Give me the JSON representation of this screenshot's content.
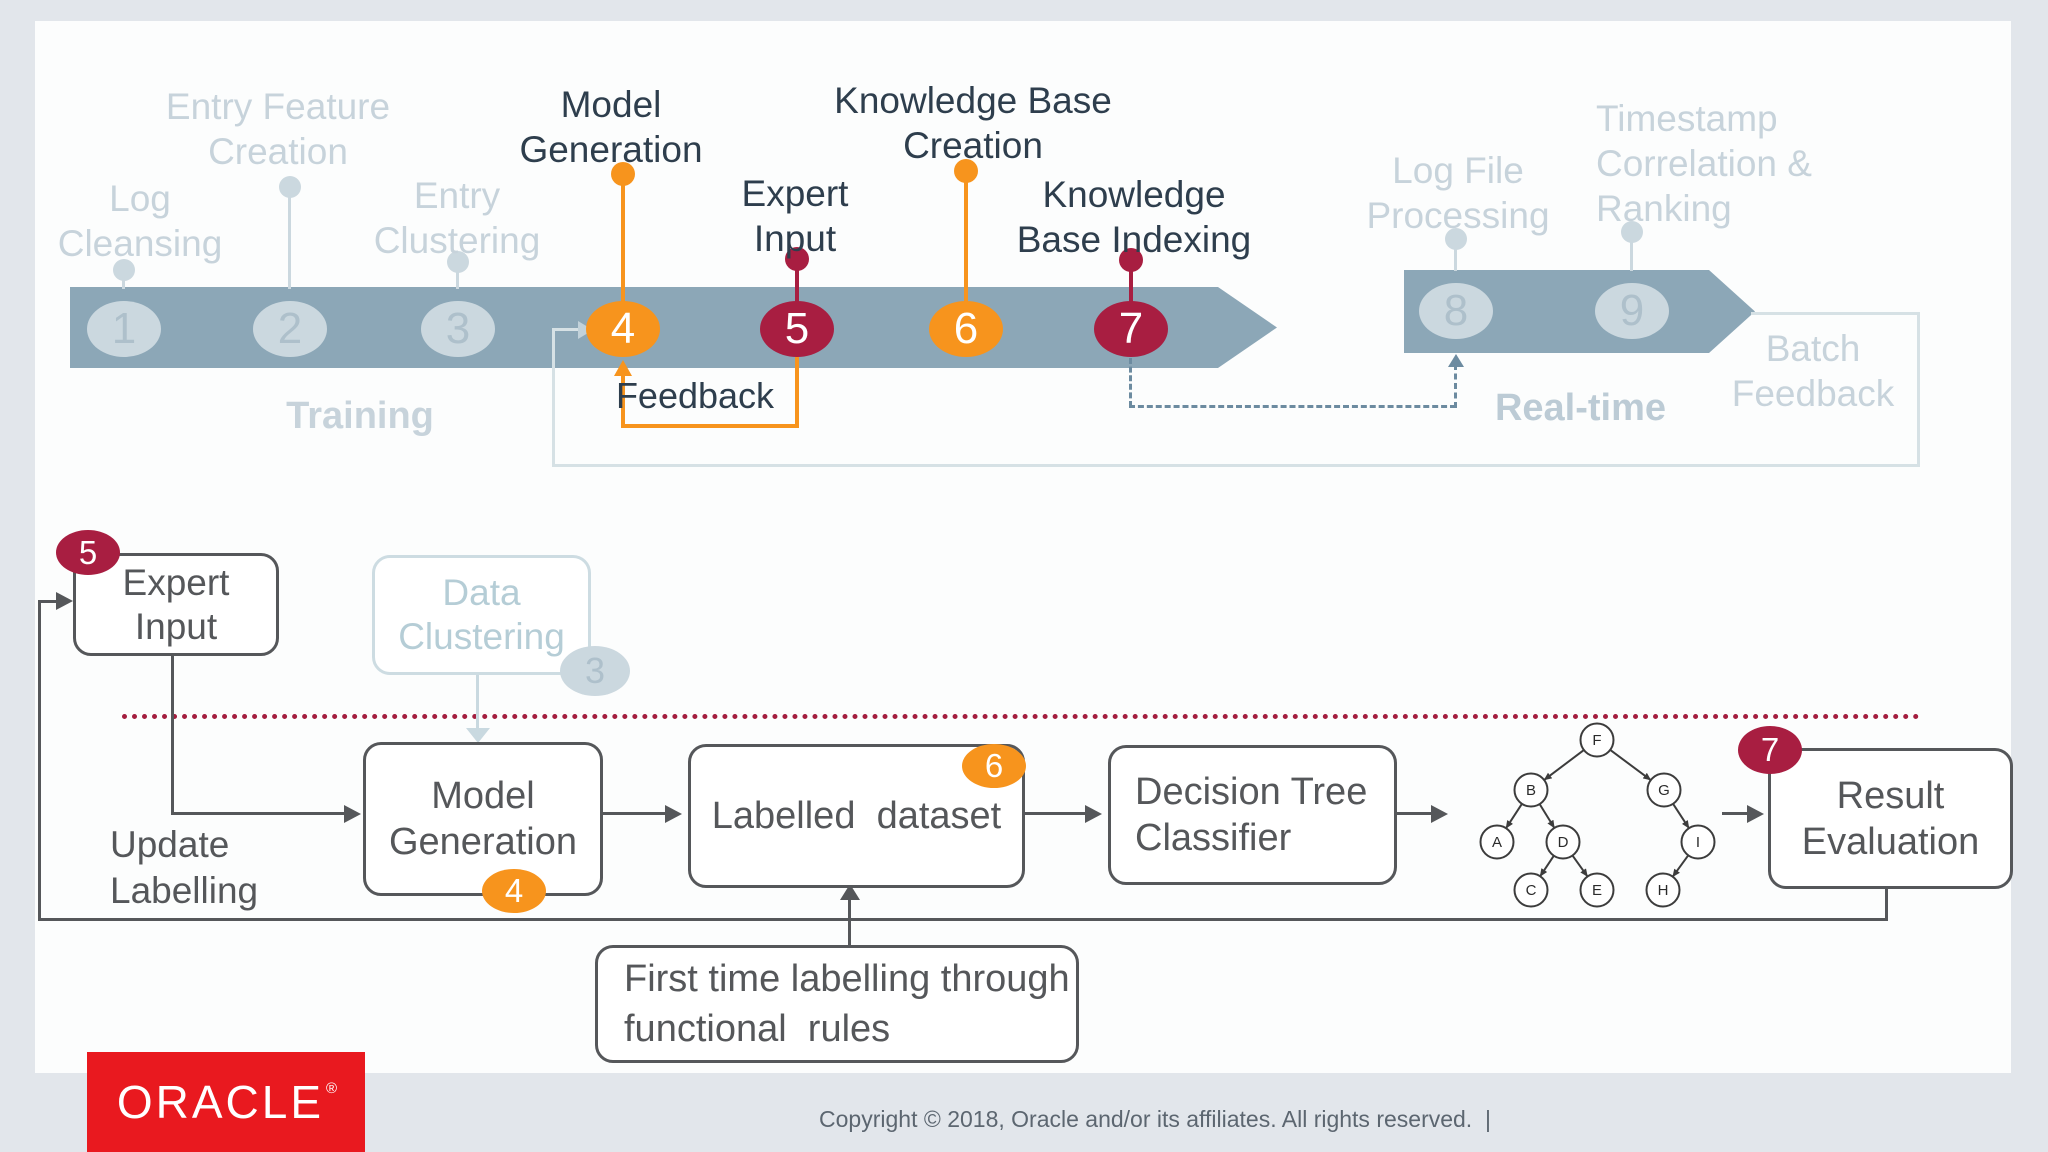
{
  "slide": {
    "timeline": {
      "steps": [
        {
          "num": "1",
          "label": "Log\nCleansing",
          "state": "faded"
        },
        {
          "num": "2",
          "label": "Entry Feature\nCreation",
          "state": "faded"
        },
        {
          "num": "3",
          "label": "Entry\nClustering",
          "state": "faded"
        },
        {
          "num": "4",
          "label": "Model\nGeneration",
          "state": "orange"
        },
        {
          "num": "5",
          "label": "Expert\nInput",
          "state": "maroon"
        },
        {
          "num": "6",
          "label": "Knowledge Base\nCreation",
          "state": "orange"
        },
        {
          "num": "7",
          "label": "Knowledge\nBase Indexing",
          "state": "maroon"
        },
        {
          "num": "8",
          "label": "Log File\nProcessing",
          "state": "faded"
        },
        {
          "num": "9",
          "label": "Timestamp\nCorrelation &\nRanking",
          "state": "faded"
        }
      ],
      "training_label": "Training",
      "realtime_label": "Real-time",
      "feedback_label": "Feedback",
      "batch_feedback_label": "Batch\nFeedback"
    },
    "flowchart": {
      "expert_input": {
        "badge": "5",
        "label": "Expert\nInput"
      },
      "data_clustering": {
        "badge": "3",
        "label": "Data\nClustering"
      },
      "model_generation": {
        "badge": "4",
        "label": "Model\nGeneration"
      },
      "labelled_dataset": {
        "badge": "6",
        "label": "Labelled  dataset"
      },
      "decision_tree_classifier": {
        "label": "Decision Tree\nClassifier"
      },
      "result_evaluation": {
        "badge": "7",
        "label": "Result\nEvaluation"
      },
      "update_labelling_label": "Update\nLabelling",
      "first_time_label": "First time labelling through\nfunctional  rules",
      "tree": {
        "nodes": [
          "F",
          "B",
          "G",
          "A",
          "D",
          "I",
          "C",
          "E",
          "H"
        ]
      }
    }
  },
  "footer": {
    "logo_text": "ORACLE",
    "logo_registered": "®",
    "copyright": "Copyright © 2018, Oracle and/or its affiliates. All rights reserved.  |"
  },
  "colors": {
    "accent_orange": "#F7941D",
    "accent_maroon": "#A81E41",
    "band_blue": "#8CA7B7",
    "faded_blue": "#CBD8DF",
    "dark_slate": "#2E3E4D",
    "box_gray": "#55575A",
    "dotted_red": "#A41E3F",
    "dashed_steel": "#6C8BA0",
    "oracle_red": "#E9191F"
  }
}
